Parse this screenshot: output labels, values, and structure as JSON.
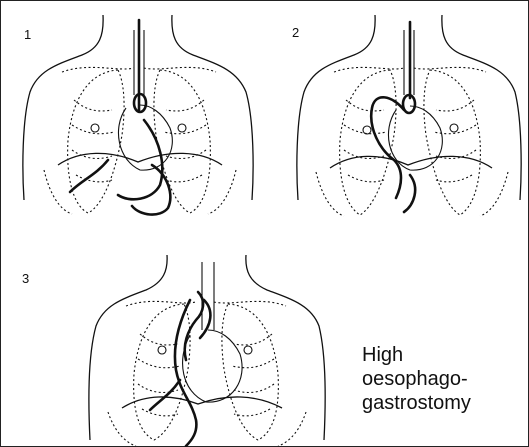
{
  "figure": {
    "panels": [
      {
        "number": "1"
      },
      {
        "number": "2"
      },
      {
        "number": "3"
      }
    ],
    "caption_lines": [
      "High",
      "oesophago-",
      "gastrostomy"
    ]
  }
}
